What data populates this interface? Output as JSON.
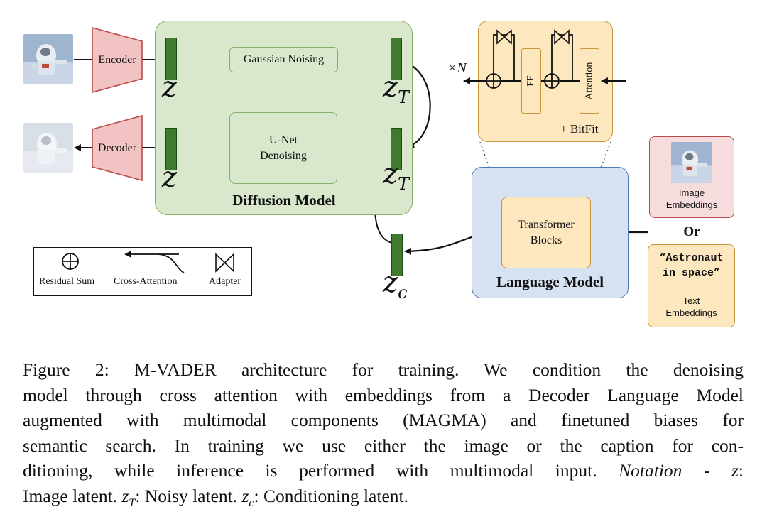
{
  "diagram": {
    "encoder_label": "Encoder",
    "decoder_label": "Decoder",
    "gaussian_noising_label": "Gaussian Noising",
    "unet_line1": "U-Net",
    "unet_line2": "Denoising",
    "diffusion_model_label": "Diffusion Model",
    "z_label": "z",
    "zt_main": "z",
    "zt_sub": "T",
    "zc_main": "z",
    "zc_sub": "c",
    "repeat_label": "×N",
    "ff_label": "FF",
    "attention_label": "Attention",
    "bitfit_label": "+ BitFit",
    "transformer_line1": "Transformer",
    "transformer_line2": "Blocks",
    "language_model_label": "Language Model",
    "image_embeddings_line1": "Image",
    "image_embeddings_line2": "Embeddings",
    "or_label": "Or",
    "text_prompt_line1": "“Astronaut",
    "text_prompt_line2": "in space”",
    "text_embeddings_line1": "Text",
    "text_embeddings_line2": "Embeddings",
    "legend": {
      "residual_sum": "Residual Sum",
      "cross_attention": "Cross-Attention",
      "adapter": "Adapter"
    },
    "colors": {
      "diffusion_fill": "#d9e8cd",
      "diffusion_border": "#86b06a",
      "language_fill": "#d6e2f1",
      "language_border": "#4a7bb5",
      "block_fill": "#fde7bf",
      "block_border": "#c8943c",
      "encoder_fill": "#f1c3c3",
      "encoder_border": "#b94a4a",
      "latent_fill": "#3f7a2f"
    }
  },
  "caption": {
    "line1": "Figure 2: M-VADER architecture for training. We condition the denoising",
    "line2": "model through cross attention with embeddings from a Decoder Language Model",
    "line3": "augmented with multimodal components (MAGMA) and finetuned biases for",
    "line4": "semantic search. In training we use either the image or the caption for con-",
    "line5_a": "ditioning, while inference is performed with multimodal input.",
    "line5_notation": "Notation",
    "line5_b": " - ",
    "line5_z": "z",
    "line5_colon": ":",
    "line6_a": "Image latent. ",
    "line6_zt": "z",
    "line6_zt_sub": "T",
    "line6_b": ": Noisy latent. ",
    "line6_zc": "z",
    "line6_zc_sub": "c",
    "line6_c": ": Conditioning latent."
  }
}
